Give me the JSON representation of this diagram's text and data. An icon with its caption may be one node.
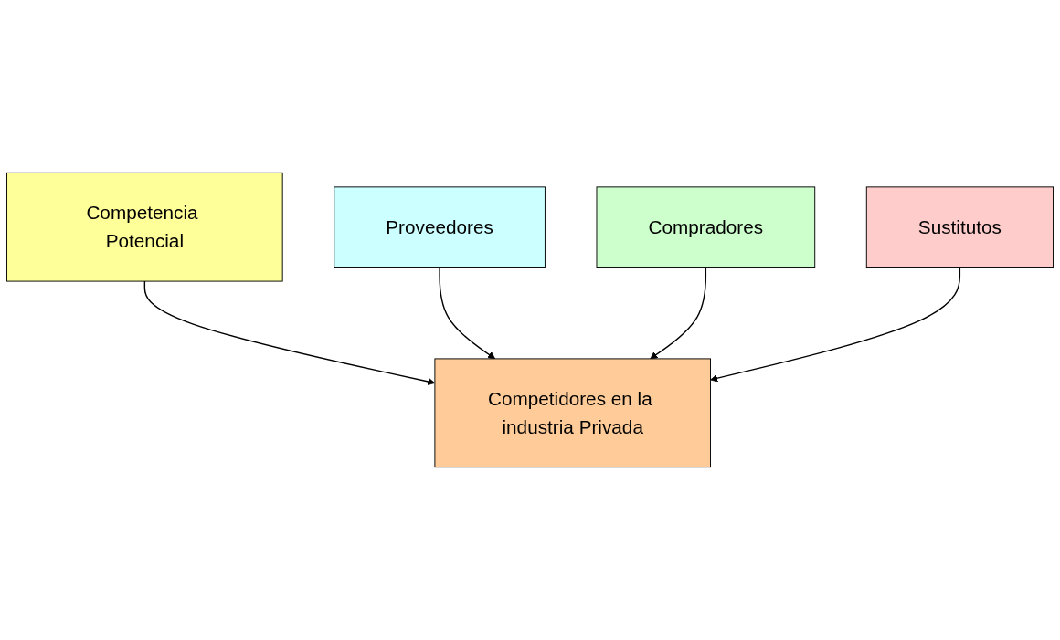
{
  "diagram": {
    "nodes": [
      {
        "text": [
          "Competencia Potencial"
        ]
      },
      {
        "text": [
          "Proveedores"
        ]
      },
      {
        "text": [
          "Competidores en la industria Privada"
        ]
      },
      {
        "text": [
          "Compradores"
        ]
      },
      {
        "text": [
          "Sustitutos"
        ]
      }
    ],
    "edges": [
      {
        "from": 0,
        "to": 2,
        "arrow": "to"
      },
      {
        "from": 1,
        "to": 2,
        "arrow": "to"
      },
      {
        "from": 3,
        "to": 2,
        "arrow": "to"
      },
      {
        "from": 4,
        "to": 2,
        "arrow": "to"
      }
    ]
  }
}
